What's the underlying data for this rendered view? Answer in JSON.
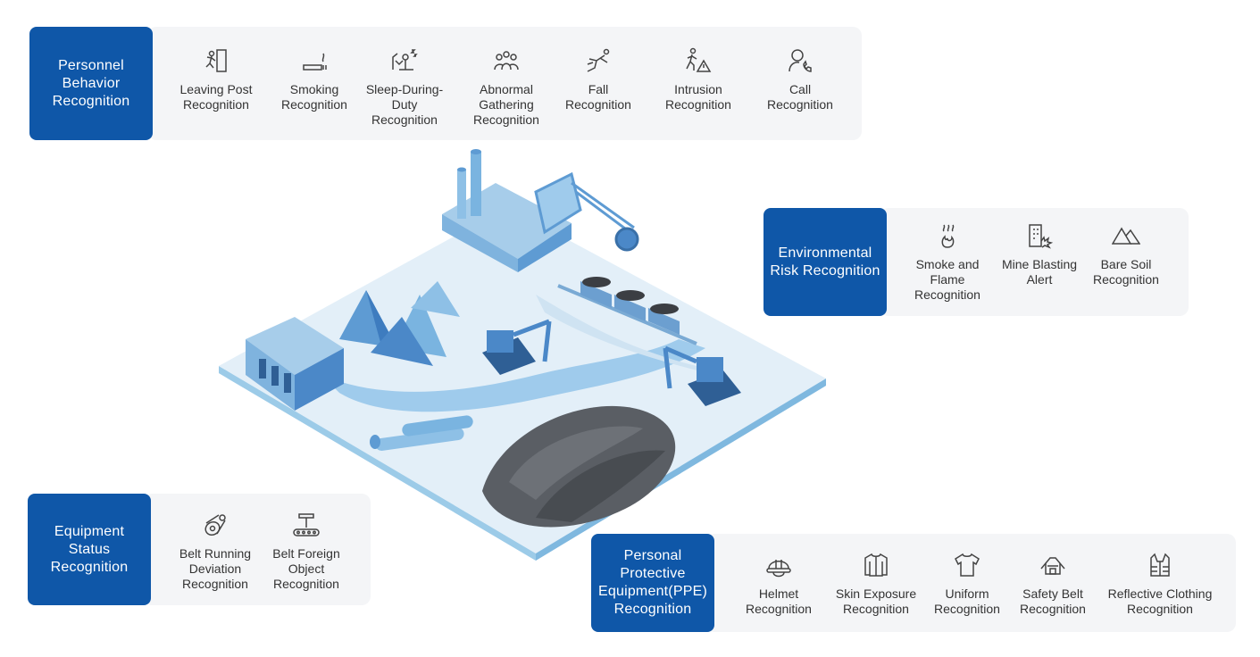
{
  "groups": {
    "personnel": {
      "title": "Personnel\nBehavior\nRecognition",
      "items": [
        {
          "icon": "leaving-post-icon",
          "label": "Leaving Post\nRecognition"
        },
        {
          "icon": "smoking-icon",
          "label": "Smoking\nRecognition"
        },
        {
          "icon": "sleep-icon",
          "label": "Sleep-During-\nDuty\nRecognition"
        },
        {
          "icon": "gathering-icon",
          "label": "Abnormal\nGathering\nRecognition"
        },
        {
          "icon": "fall-icon",
          "label": "Fall\nRecognition"
        },
        {
          "icon": "intrusion-icon",
          "label": "Intrusion\nRecognition"
        },
        {
          "icon": "call-icon",
          "label": "Call\nRecognition"
        }
      ]
    },
    "environmental": {
      "title": "Environmental\nRisk Recognition",
      "items": [
        {
          "icon": "smoke-flame-icon",
          "label": "Smoke and\nFlame\nRecognition"
        },
        {
          "icon": "mine-blasting-icon",
          "label": "Mine Blasting\nAlert"
        },
        {
          "icon": "bare-soil-icon",
          "label": "Bare Soil\nRecognition"
        }
      ]
    },
    "equipment": {
      "title": "Equipment\nStatus\nRecognition",
      "items": [
        {
          "icon": "belt-deviation-icon",
          "label": "Belt Running\nDeviation\nRecognition"
        },
        {
          "icon": "belt-foreign-object-icon",
          "label": "Belt Foreign\nObject\nRecognition"
        }
      ]
    },
    "ppe": {
      "title": "Personal\nProtective\nEquipment(PPE)\nRecognition",
      "items": [
        {
          "icon": "helmet-icon",
          "label": "Helmet\nRecognition"
        },
        {
          "icon": "skin-exposure-icon",
          "label": "Skin Exposure\nRecognition"
        },
        {
          "icon": "uniform-icon",
          "label": "Uniform\nRecognition"
        },
        {
          "icon": "safety-belt-icon",
          "label": "Safety Belt\nRecognition"
        },
        {
          "icon": "reflective-clothing-icon",
          "label": "Reflective Clothing\nRecognition"
        }
      ]
    }
  },
  "colors": {
    "accent": "#0f57a8",
    "panel": "#f4f5f7",
    "icon": "#444444",
    "ground": "#d6e8f5",
    "water": "#8cc3ea",
    "coal": "#55595f"
  }
}
